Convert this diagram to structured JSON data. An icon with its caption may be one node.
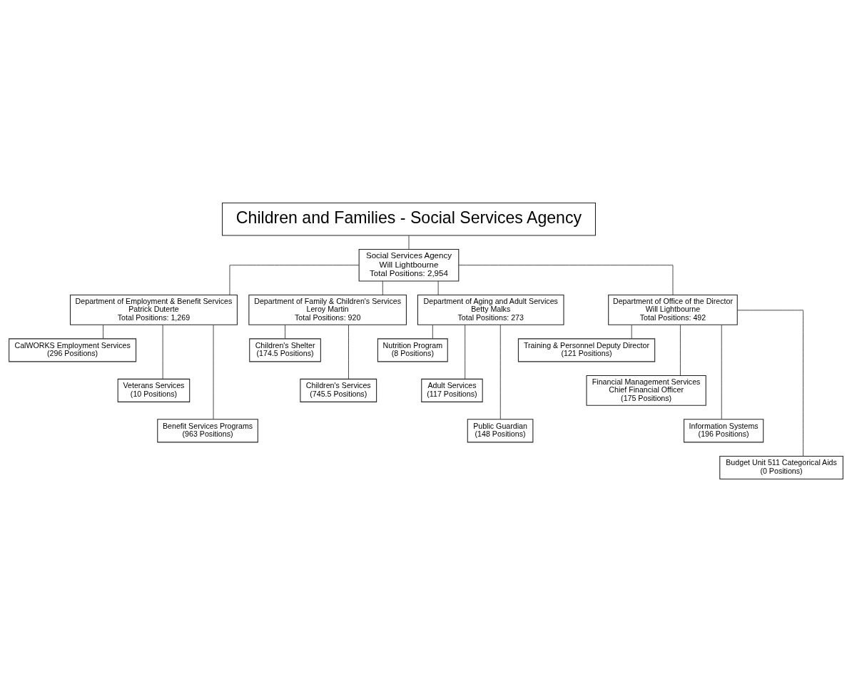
{
  "diagram": {
    "nodes": [
      {
        "text": [
          "Children and Families - Social Services Agency"
        ]
      },
      {
        "text": [
          "Social Services Agency",
          "Will Lightbourne",
          "Total Positions: 2,954"
        ]
      },
      {
        "text": [
          "Department of Employment & Benefit Services",
          "Patrick Duterte",
          "Total Positions: 1,269"
        ]
      },
      {
        "text": [
          "Department of Family & Children's Services",
          "Leroy Martin",
          "Total Positions: 920"
        ]
      },
      {
        "text": [
          "Department of Aging and Adult Services",
          "Betty Malks",
          "Total Positions: 273"
        ]
      },
      {
        "text": [
          "Department of Office of the Director",
          "Will Lightbourne",
          "Total Positions: 492"
        ]
      },
      {
        "text": [
          "CalWORKS Employment Services",
          "(296 Positions)"
        ]
      },
      {
        "text": [
          "Veterans Services",
          "(10 Positions)"
        ]
      },
      {
        "text": [
          "Benefit Services Programs",
          "(963 Positions)"
        ]
      },
      {
        "text": [
          "Children's Shelter",
          "(174.5 Positions)"
        ]
      },
      {
        "text": [
          "Children's Services",
          "(745.5 Positions)"
        ]
      },
      {
        "text": [
          "Nutrition Program",
          "(8 Positions)"
        ]
      },
      {
        "text": [
          "Adult Services",
          "(117 Positions)"
        ]
      },
      {
        "text": [
          "Public Guardian",
          "(148 Positions)"
        ]
      },
      {
        "text": [
          "Training & Personnel Deputy Director",
          "(121 Positions)"
        ]
      },
      {
        "text": [
          "Financial Management Services",
          "Chief Financial Officer",
          "(175 Positions)"
        ]
      },
      {
        "text": [
          "Information Systems",
          "(196 Positions)"
        ]
      },
      {
        "text": [
          "Budget Unit 511 Categorical Aids",
          "(0 Positions)"
        ]
      }
    ],
    "edges": [
      {
        "from": 0,
        "to": 1,
        "arrow": "none"
      },
      {
        "from": 1,
        "to": 2,
        "arrow": "none"
      },
      {
        "from": 1,
        "to": 3,
        "arrow": "none"
      },
      {
        "from": 1,
        "to": 4,
        "arrow": "none"
      },
      {
        "from": 1,
        "to": 5,
        "arrow": "none"
      },
      {
        "from": 2,
        "to": 6,
        "arrow": "none"
      },
      {
        "from": 2,
        "to": 7,
        "arrow": "none"
      },
      {
        "from": 2,
        "to": 8,
        "arrow": "none"
      },
      {
        "from": 3,
        "to": 9,
        "arrow": "none"
      },
      {
        "from": 3,
        "to": 10,
        "arrow": "none"
      },
      {
        "from": 4,
        "to": 11,
        "arrow": "none"
      },
      {
        "from": 4,
        "to": 12,
        "arrow": "none"
      },
      {
        "from": 4,
        "to": 13,
        "arrow": "none"
      },
      {
        "from": 5,
        "to": 14,
        "arrow": "none"
      },
      {
        "from": 5,
        "to": 15,
        "arrow": "none"
      },
      {
        "from": 5,
        "to": 16,
        "arrow": "none"
      },
      {
        "from": 5,
        "to": 17,
        "arrow": "none"
      }
    ]
  }
}
